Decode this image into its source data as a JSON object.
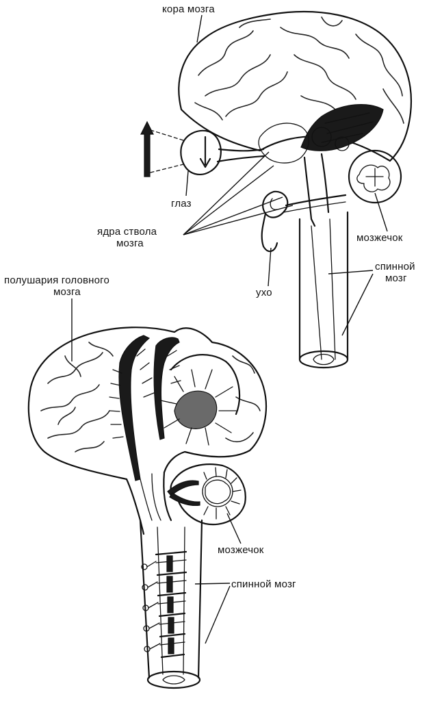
{
  "top_figure": {
    "labels": {
      "cortex": "кора  мозга",
      "eye": "глаз",
      "nuclei_line1": "ядра  ствола",
      "nuclei_line2": "мозга",
      "ear": "ухо",
      "cerebellum": "мозжечок",
      "spinal_line1": "спинной",
      "spinal_line2": "мозг"
    }
  },
  "bottom_figure": {
    "labels": {
      "hemispheres_line1": "полушария головного",
      "hemispheres_line2": "мозга",
      "cerebellum": "мозжечок",
      "spinal_cord": "спинной мозг"
    }
  }
}
